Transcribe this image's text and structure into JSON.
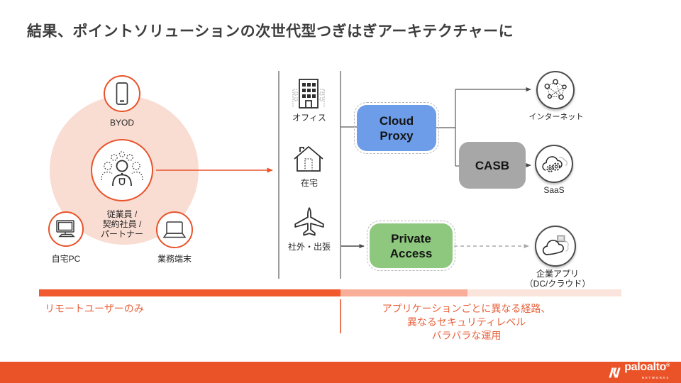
{
  "slide": {
    "title": "結果、ポイントソリューションの次世代型つぎはぎアーキテクチャーに"
  },
  "left_cluster": {
    "byod_label": "BYOD",
    "users_label_lines": [
      "従業員 /",
      "契約社員 /",
      "パートナー"
    ],
    "home_pc_label": "自宅PC",
    "work_device_label": "業務端末"
  },
  "locations": {
    "office_label": "オフィス",
    "home_label": "在宅",
    "travel_label": "社外・出張"
  },
  "services": {
    "cloud_proxy_label": "Cloud Proxy",
    "casb_label": "CASB",
    "private_access_label": "Private Access"
  },
  "destinations": {
    "internet_label": "インターネット",
    "saas_label": "SaaS",
    "enterprise_app_label_lines": [
      "企業アプリ",
      "（DC/クラウド）"
    ]
  },
  "bottom": {
    "left_caption": "リモートユーザーのみ",
    "right_caption_lines": [
      "アプリケーションごとに異なる経路、",
      "異なるセキュリティレベル",
      "バラバラな運用"
    ]
  },
  "footer": {
    "brand": "paloalto",
    "brand_registered": "®",
    "brand_sub": "NETWORKS"
  },
  "colors": {
    "accent_orange": "#E8532A",
    "caption_orange": "#E8613C",
    "bar_orange": "#F05A2E",
    "bar_salmon": "#F9AE99",
    "bar_light_pink": "#FBE4DB",
    "cloud_proxy_blue": "#6D9CE8",
    "casb_gray": "#A7A7A7",
    "private_access_green": "#8EC87E",
    "big_circle_pink": "#F9DCD2",
    "footer_orange": "#EA5227"
  }
}
